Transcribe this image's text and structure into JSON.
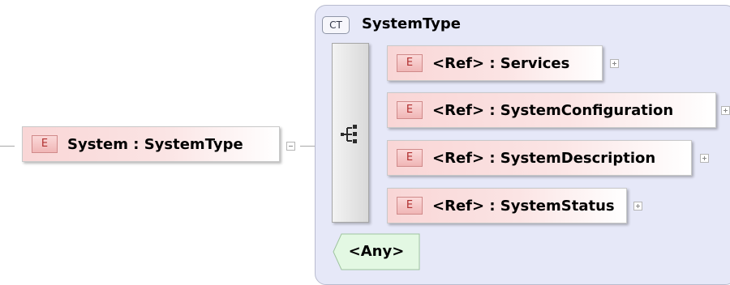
{
  "root_element": {
    "badge": "E",
    "label": "System : SystemType"
  },
  "complex_type": {
    "badge": "CT",
    "title": "SystemType"
  },
  "sequence_icon": "sequence-branch-icon",
  "child_elements": [
    {
      "badge": "E",
      "label": "<Ref> : Services"
    },
    {
      "badge": "E",
      "label": "<Ref> : SystemConfiguration"
    },
    {
      "badge": "E",
      "label": "<Ref> : SystemDescription"
    },
    {
      "badge": "E",
      "label": "<Ref> : SystemStatus"
    }
  ],
  "any_wildcard": {
    "label": "<Any>"
  },
  "colors": {
    "element_fill": "#f9d6d6",
    "element_badge_text": "#b03030",
    "complex_type_panel": "#e6e8f8",
    "any_fill": "#e3f8e3"
  }
}
